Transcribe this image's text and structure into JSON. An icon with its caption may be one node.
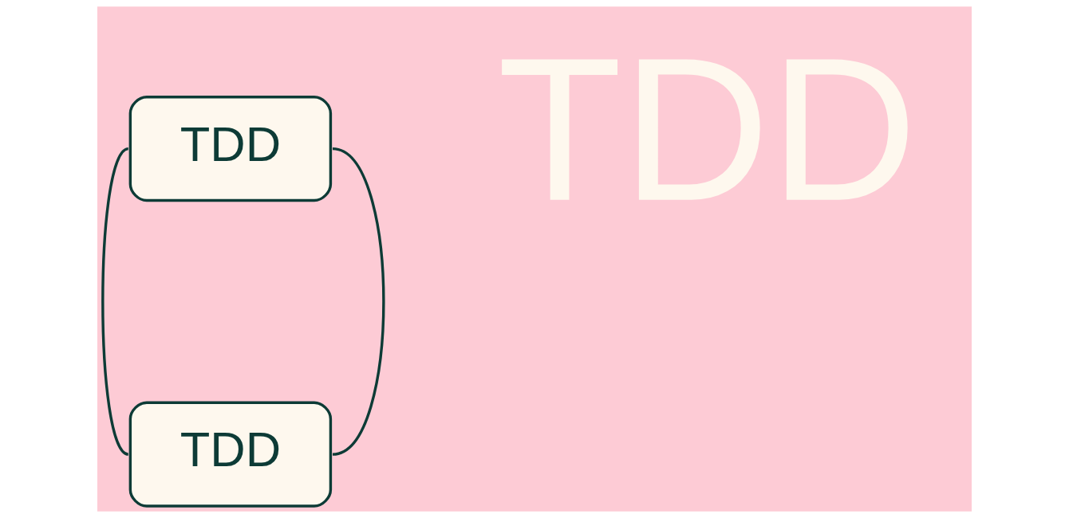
{
  "diagram": {
    "nodes": [
      {
        "text": [
          "TDD"
        ]
      },
      {
        "text": [
          "TDD"
        ]
      }
    ],
    "edges": [
      {
        "from": 0,
        "to": 1,
        "arrow": "none"
      },
      {
        "from": 0,
        "to": 1,
        "arrow": "none"
      }
    ],
    "labels": [
      "TDD"
    ]
  }
}
